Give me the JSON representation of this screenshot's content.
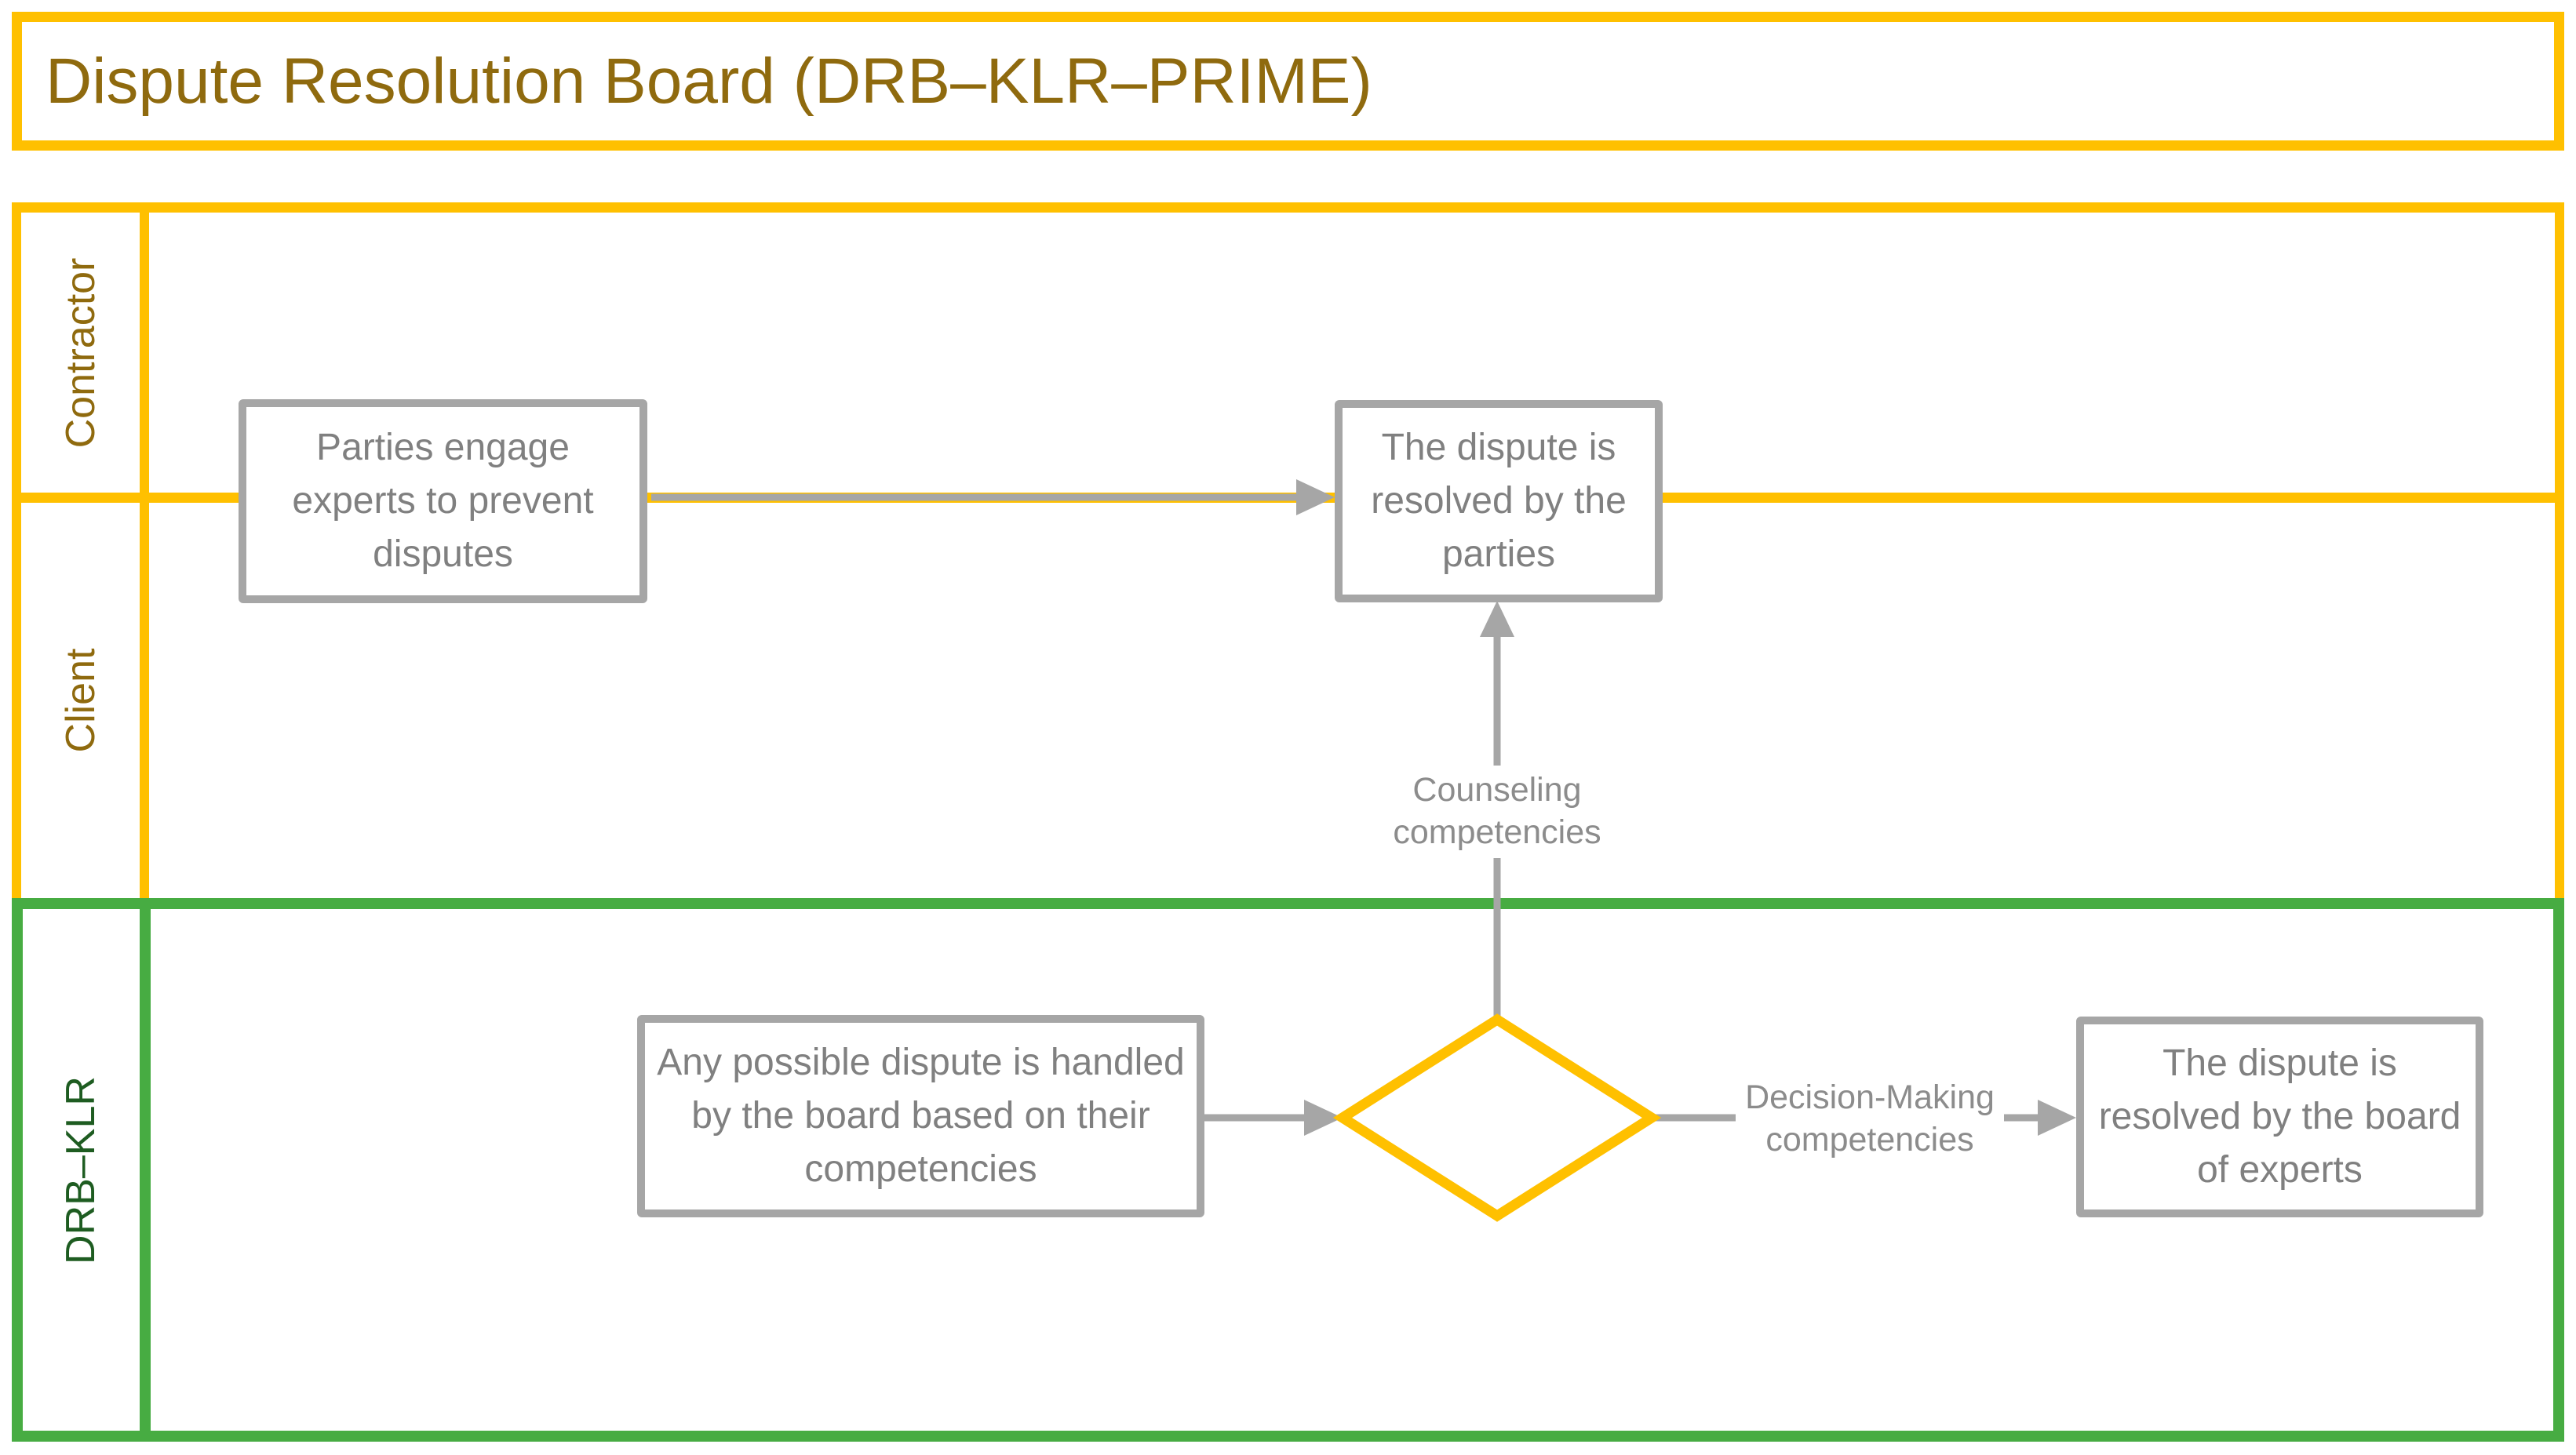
{
  "title": "Dispute Resolution Board (DRB–KLR–PRIME)",
  "lanes": [
    {
      "label": "Contractor"
    },
    {
      "label": "Client"
    },
    {
      "label": "DRB–KLR"
    }
  ],
  "nodes": [
    {
      "id": "engage-experts",
      "text": "Parties engage experts to prevent disputes"
    },
    {
      "id": "resolved-by-parties",
      "text": "The dispute is resolved by the parties"
    },
    {
      "id": "handled-by-board",
      "text": "Any possible dispute is handled by the board based on their competencies"
    },
    {
      "id": "resolved-by-board",
      "text": "The dispute is resolved by the board of experts"
    }
  ],
  "connector_labels": [
    {
      "text": "Counseling competencies"
    },
    {
      "text": "Decision-Making competencies"
    }
  ],
  "colors": {
    "yellow": "#FFC000",
    "gold-text": "#8F6A0E",
    "green": "#47AC42",
    "green-text": "#1E5C21",
    "gray-border": "#A6A6A6",
    "gray-text": "#808080",
    "gray-label": "#8C8C8C"
  }
}
